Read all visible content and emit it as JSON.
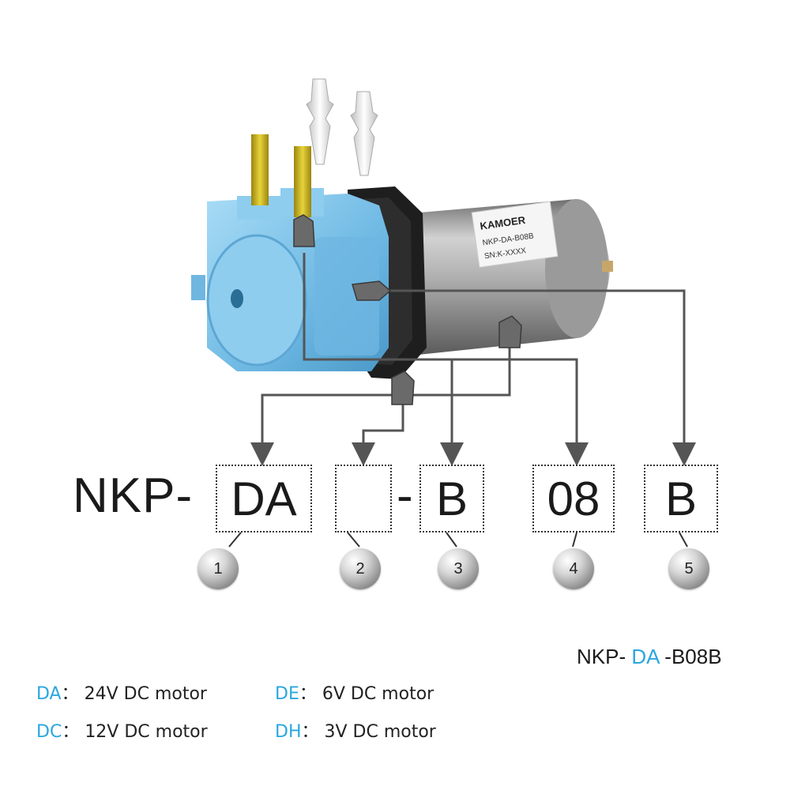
{
  "product": {
    "label_brand": "KAMOER",
    "label_line2": "NKP-DA-B08B",
    "label_line3": "SN:K-XXXX"
  },
  "code_breakdown": {
    "prefix": "NKP-",
    "separator": "-",
    "slots": [
      {
        "number": "1",
        "value": "DA"
      },
      {
        "number": "2",
        "value": ""
      },
      {
        "number": "3",
        "value": "B"
      },
      {
        "number": "4",
        "value": "08"
      },
      {
        "number": "5",
        "value": "B"
      }
    ]
  },
  "example": {
    "prefix": "NKP-",
    "highlight": "DA",
    "suffix": "-B08B"
  },
  "legend": [
    {
      "code": "DA",
      "desc": "24V DC motor"
    },
    {
      "code": "DE",
      "desc": "6V DC motor"
    },
    {
      "code": "DC",
      "desc": "12V DC motor"
    },
    {
      "code": "DH",
      "desc": "3V DC motor"
    }
  ],
  "colors": {
    "pump_blue": "#7ec3ea",
    "accent_blue": "#2aa7df",
    "tube_yellow": "#d9c21c",
    "motor_gray": "#a9a9a9",
    "arrow_gray": "#555555"
  }
}
